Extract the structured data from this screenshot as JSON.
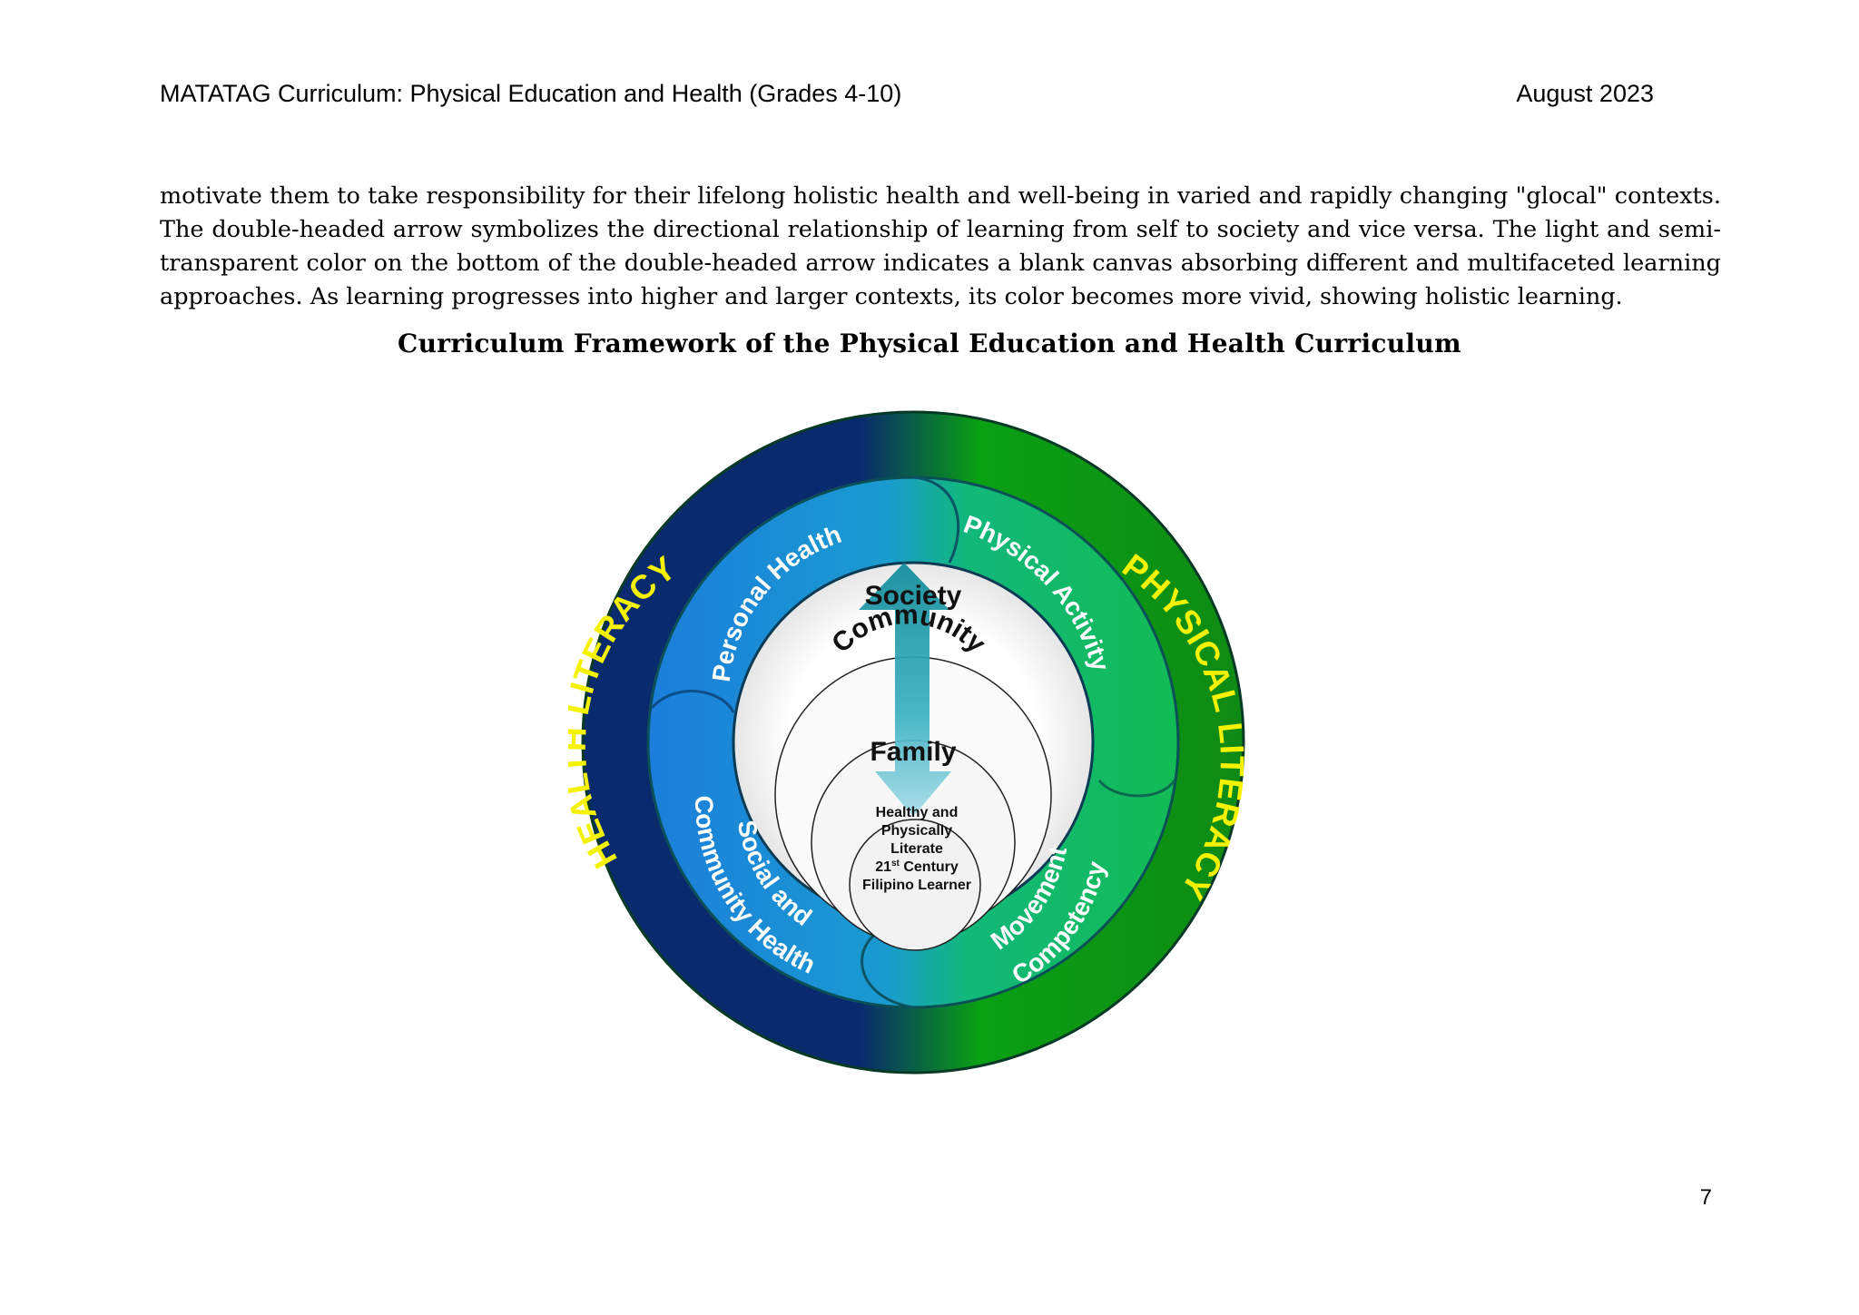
{
  "header": {
    "title": "MATATAG Curriculum: Physical Education and Health (Grades 4-10)",
    "date": "August 2023"
  },
  "paragraph": "motivate them to take responsibility for their lifelong holistic health and well-being in varied and rapidly changing \"glocal\" contexts. The double-headed arrow symbolizes the directional relationship of learning from self to society and vice versa. The light and semi-transparent color on the bottom of the double-headed arrow indicates a blank canvas absorbing different and multifaceted learning approaches. As learning progresses into higher and larger contexts, its color becomes more vivid, showing holistic learning.",
  "figure": {
    "title": "Curriculum Framework of the Physical Education and Health Curriculum",
    "outer_left": "HEALTH LITERACY",
    "outer_right": "PHYSICAL LITERACY",
    "segments": {
      "personal_health": "Personal Health",
      "physical_activity": "Physical Activity",
      "social_line1": "Social and",
      "social_line2": "Community Health",
      "movement_line1": "Movement",
      "movement_line2": "Competency"
    },
    "circles": {
      "society": "Society",
      "community": "Community",
      "family": "Family",
      "learner_line1": "Healthy and",
      "learner_line2": "Physically",
      "learner_line3": "Literate",
      "learner_line4_num": "21",
      "learner_line4_sup": "st",
      "learner_line4_rest": " Century",
      "learner_line5": "Filipino Learner"
    },
    "colors": {
      "navy": "#0a2a6e",
      "green": "#0fa616",
      "literacy_text": "#f5f200",
      "blue_segment": "#1b82d8",
      "green_segment": "#11b95c"
    }
  },
  "page_number": "7"
}
